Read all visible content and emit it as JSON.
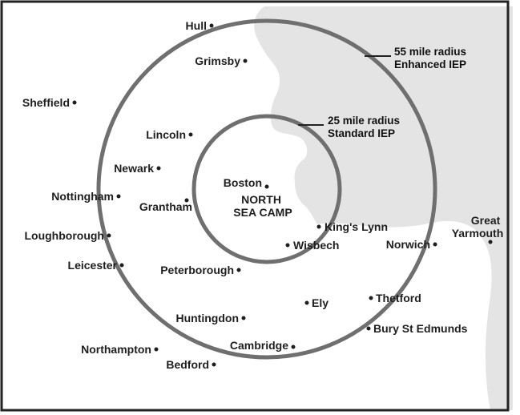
{
  "colors": {
    "land": "#ffffff",
    "sea": "#e4e4e4",
    "ring": "#6f6f6f",
    "text": "#1e1e1e",
    "border": "#222222"
  },
  "rings": {
    "outer": {
      "line1": "55 mile radius",
      "line2": "Enhanced IEP"
    },
    "inner": {
      "line1": "25 mile radius",
      "line2": "Standard IEP"
    }
  },
  "center_label": {
    "line1": "NORTH",
    "line2": "SEA CAMP"
  },
  "towns": {
    "hull": "Hull",
    "grimsby": "Grimsby",
    "sheffield": "Sheffield",
    "lincoln": "Lincoln",
    "newark": "Newark",
    "nottingham": "Nottingham",
    "grantham": "Grantham",
    "boston": "Boston",
    "loughborough": "Loughborough",
    "kings_lynn": "King's Lynn",
    "wisbech": "Wisbech",
    "great": "Great",
    "yarmouth": "Yarmouth",
    "norwich": "Norwich",
    "leicester": "Leicester",
    "peterborough": "Peterborough",
    "ely": "Ely",
    "thetford": "Thetford",
    "huntingdon": "Huntingdon",
    "bury": "Bury St Edmunds",
    "cambridge": "Cambridge",
    "northampton": "Northampton",
    "bedford": "Bedford"
  }
}
